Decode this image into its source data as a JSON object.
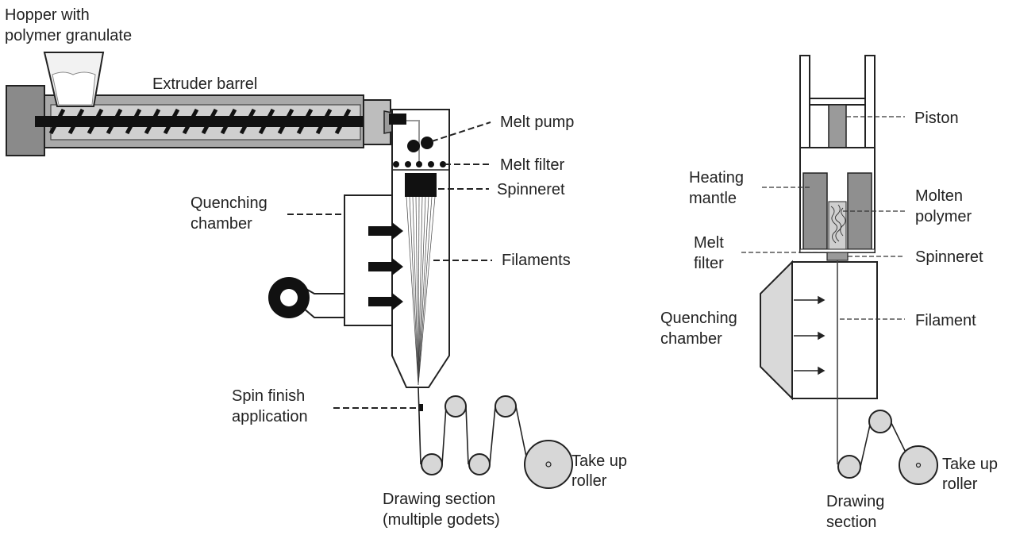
{
  "left_diagram": {
    "hopper_label": [
      "Hopper with",
      "polymer granulate"
    ],
    "extruder_label": "Extruder barrel",
    "melt_pump_label": "Melt pump",
    "melt_filter_label": "Melt filter",
    "spinneret_label": "Spinneret",
    "quenching_label": [
      "Quenching",
      "chamber"
    ],
    "filaments_label": "Filaments",
    "spin_finish_label": [
      "Spin finish",
      "application"
    ],
    "take_up_label": [
      "Take up",
      "roller"
    ],
    "drawing_label": [
      "Drawing section",
      "(multiple godets)"
    ]
  },
  "right_diagram": {
    "piston_label": "Piston",
    "heating_label": [
      "Heating",
      "mantle"
    ],
    "molten_label": [
      "Molten",
      "polymer"
    ],
    "melt_filter_label": [
      "Melt",
      "filter"
    ],
    "spinneret_label": "Spinneret",
    "quenching_label": [
      "Quenching",
      "chamber"
    ],
    "filament_label": "Filament",
    "take_up_label": [
      "Take up",
      "roller"
    ],
    "drawing_label": [
      "Drawing",
      "section"
    ]
  }
}
